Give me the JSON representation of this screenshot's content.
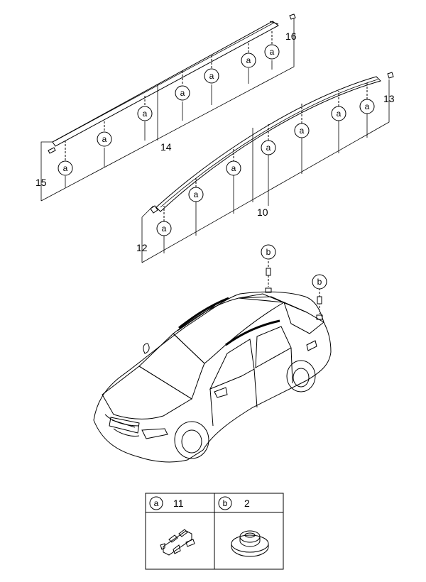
{
  "parts": {
    "rear_strip_top": "16",
    "rear_strip_main": "14",
    "rear_strip_end": "15",
    "front_strip_top": "13",
    "front_strip_main": "10",
    "front_strip_end": "12"
  },
  "callouts": {
    "clip": "a",
    "grommet": "b"
  },
  "legend": {
    "a_symbol": "a",
    "a_part": "11",
    "b_symbol": "b",
    "b_part": "2"
  }
}
